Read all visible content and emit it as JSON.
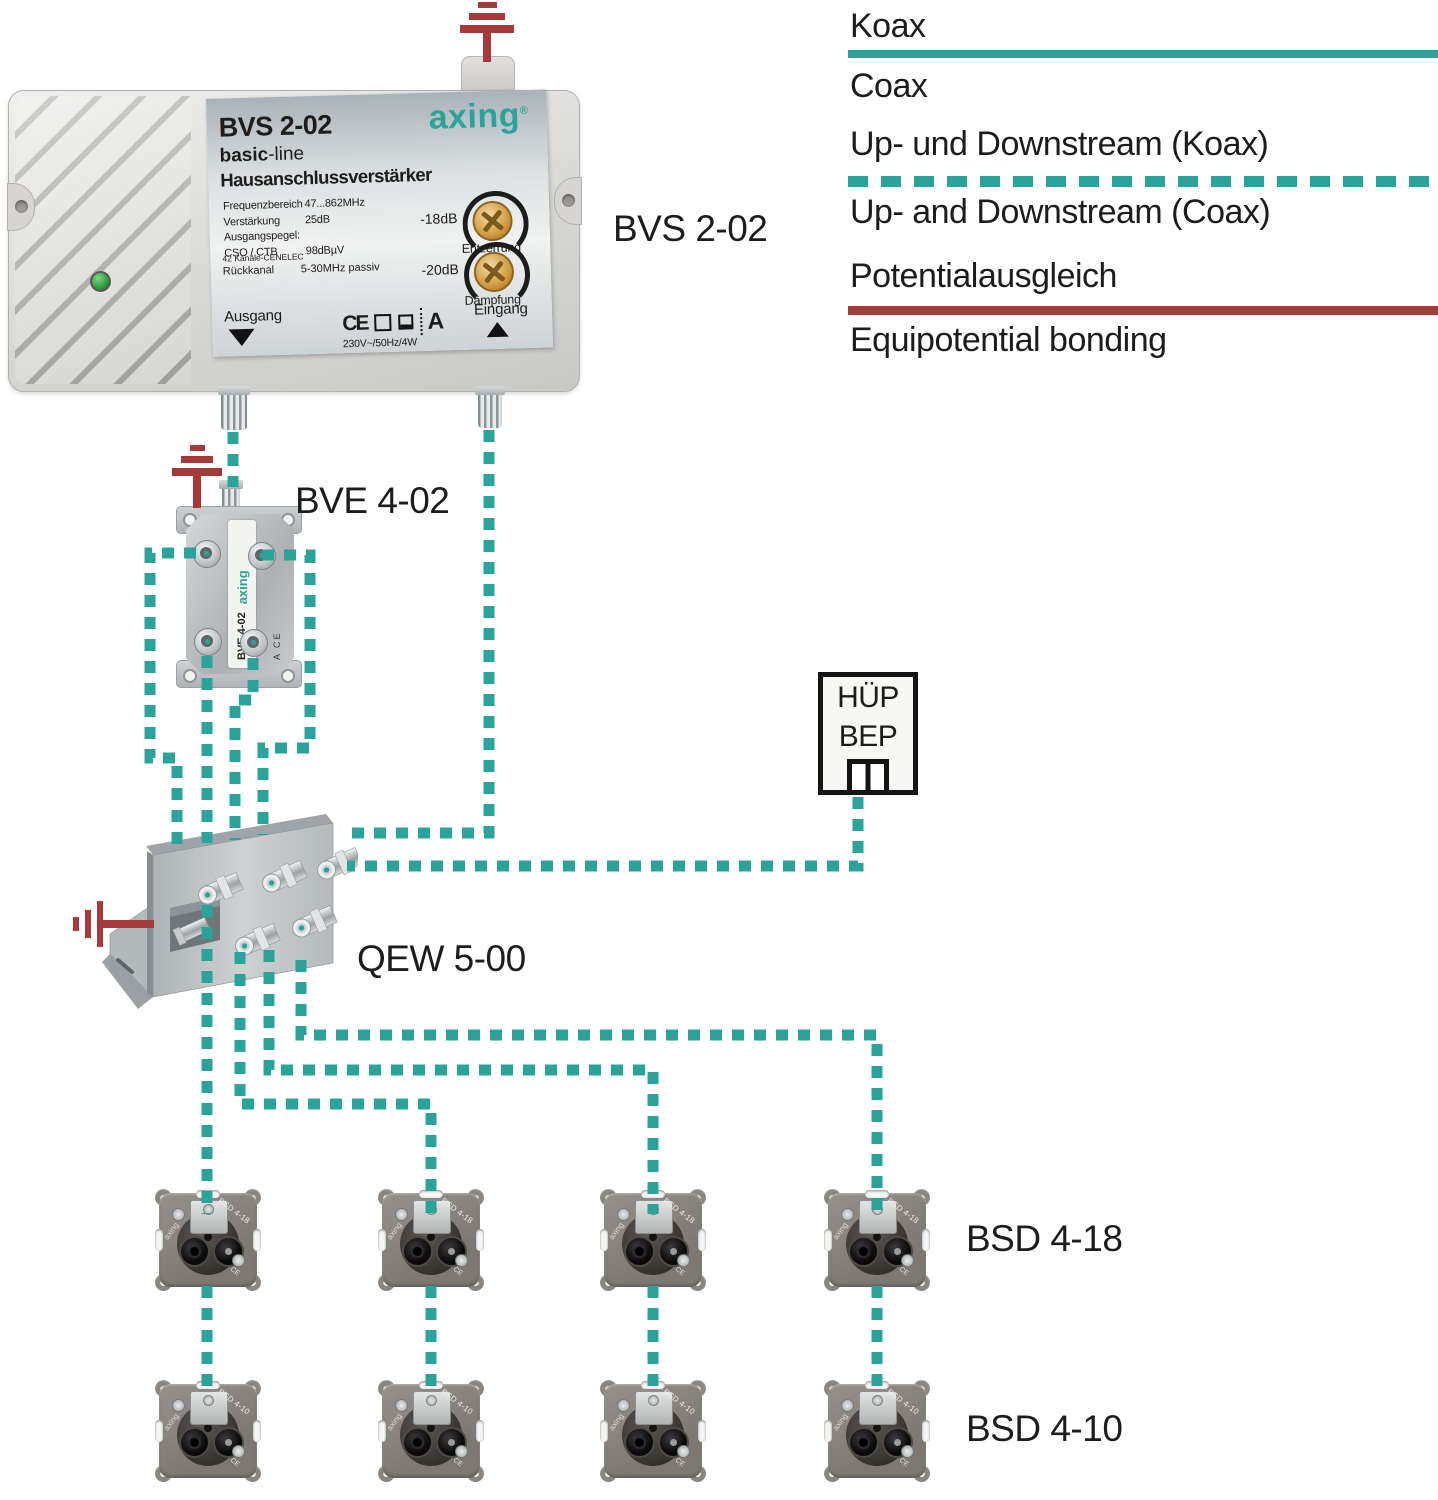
{
  "colors": {
    "coax": "#2AA49B",
    "bond": "#A6393A",
    "brand": "#2AA49B",
    "led": "#2e9e3e"
  },
  "legend": {
    "koax": "Koax",
    "coax": "Coax",
    "up_de": "Up- und Downstream (Koax)",
    "up_en": "Up- and Downstream (Coax)",
    "pot_de": "Potentialausgleich",
    "pot_en": "Equipotential bonding"
  },
  "labels": {
    "bvs": "BVS 2-02",
    "bve": "BVE 4-02",
    "qew": "QEW 5-00",
    "bsd_row1": "BSD 4-18",
    "bsd_row2": "BSD 4-10"
  },
  "hup": {
    "line1": "HÜP",
    "line2": "BEP"
  },
  "bvs_plate": {
    "model": "BVS 2-02",
    "brand": "axing",
    "brand_reg": "®",
    "series_bold": "basic",
    "series_rest": "-line",
    "title": "Hausanschlussverstärker",
    "specs": [
      {
        "k": "Frequenzbereich",
        "v": "47...862MHz"
      },
      {
        "k": "Verstärkung",
        "v": "25dB"
      },
      {
        "k": "Ausgangspegel:",
        "v": ""
      },
      {
        "k": "CSO / CTB",
        "v": "98dBµV"
      }
    ],
    "specs_note": "42 Kanäle-CENELEC",
    "spec2_k": "Rückkanal",
    "spec2_v": "5-30MHz passiv",
    "knob1_value": "-18dB",
    "knob1_label": "Entzerrung",
    "knob2_value": "-20dB",
    "knob2_label": "Dämpfung",
    "port_out": "Ausgang",
    "port_in": "Eingang",
    "ce": "CE",
    "class_mark": "A",
    "power": "230V~/50Hz/4W"
  },
  "bve_print": {
    "model": "BVE 4-02",
    "brand": "axing",
    "marks": "A CE"
  },
  "socket_rows": [
    {
      "print": "BSD 4-18"
    },
    {
      "print": "BSD 4-10"
    }
  ],
  "socket_brand": "axing",
  "socket_ce": "CE"
}
